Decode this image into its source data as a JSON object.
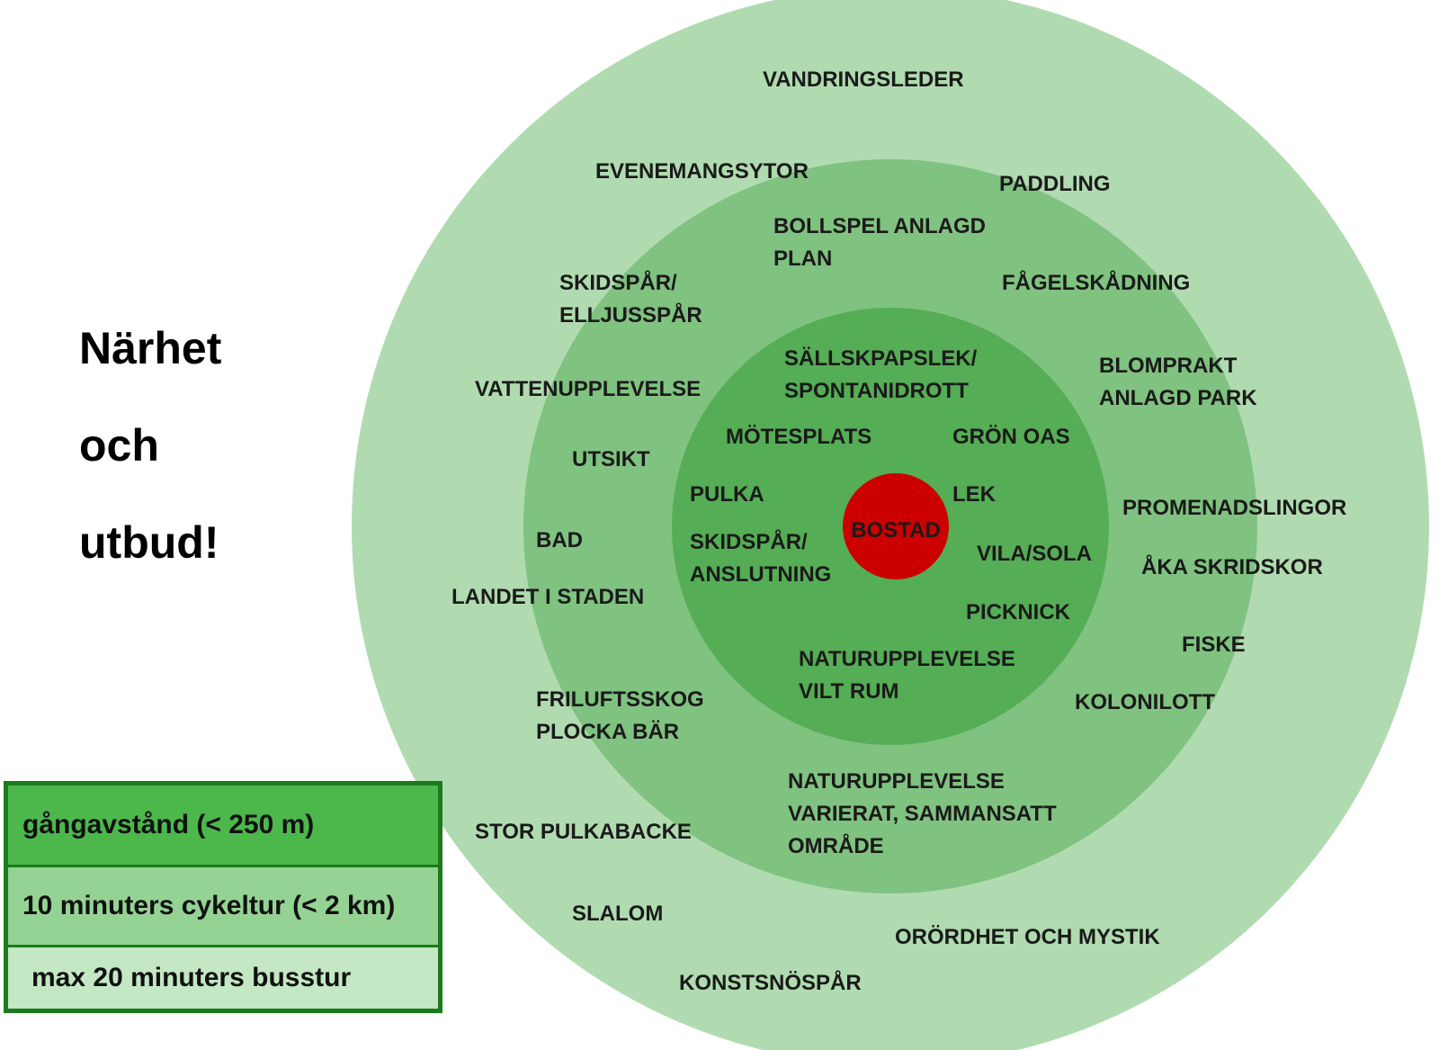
{
  "heading": [
    "Närhet",
    "och",
    "utbud!"
  ],
  "colors": {
    "outer_ring": "#b0dbb0",
    "middle_ring": "#80c280",
    "inner_ring": "#55ad55",
    "center": "#cc0000",
    "legend_border": "#1c7a1c"
  },
  "center": {
    "label": "BOSTAD"
  },
  "rings": {
    "inner": [
      [
        "SÄLLSKPAPSLEK/",
        "SPONTANIDROTT"
      ],
      [
        "MÖTESPLATS"
      ],
      [
        "GRÖN OAS"
      ],
      [
        "PULKA"
      ],
      [
        "LEK"
      ],
      [
        "SKIDSPÅR/",
        "ANSLUTNING"
      ],
      [
        "VILA/SOLA"
      ],
      [
        "PICKNICK"
      ],
      [
        "NATURUPPLEVELSE",
        "VILT RUM"
      ]
    ],
    "middle": [
      [
        "BOLLSPEL  ANLAGD",
        "PLAN"
      ],
      [
        "SKIDSPÅR/",
        "ELLJUSSPÅR"
      ],
      [
        "FÅGELSKÅDNING"
      ],
      [
        "VATTENUPPLEVELSE"
      ],
      [
        "BLOMPRAKT",
        "ANLAGD PARK"
      ],
      [
        "UTSIKT"
      ],
      [
        "BAD"
      ],
      [
        "LANDET I STADEN"
      ],
      [
        "FRILUFTSSKOG",
        "PLOCKA BÄR"
      ],
      [
        "NATURUPPLEVELSE",
        "VARIERAT, SAMMANSATT",
        "OMRÅDE"
      ]
    ],
    "outer": [
      [
        "VANDRINGSLEDER"
      ],
      [
        "EVENEMANGSYTOR"
      ],
      [
        "PADDLING"
      ],
      [
        "PROMENADSLINGOR"
      ],
      [
        "ÅKA SKRIDSKOR"
      ],
      [
        "FISKE"
      ],
      [
        "KOLONILOTT"
      ],
      [
        "STOR PULKABACKE"
      ],
      [
        "SLALOM"
      ],
      [
        "ORÖRDHET OCH MYSTIK"
      ],
      [
        "KONSTSNÖSPÅR"
      ]
    ]
  },
  "legend": [
    "gångavstånd  (< 250 m)",
    "10 minuters cykeltur (< 2 km)",
    "max 20 minuters busstur"
  ]
}
